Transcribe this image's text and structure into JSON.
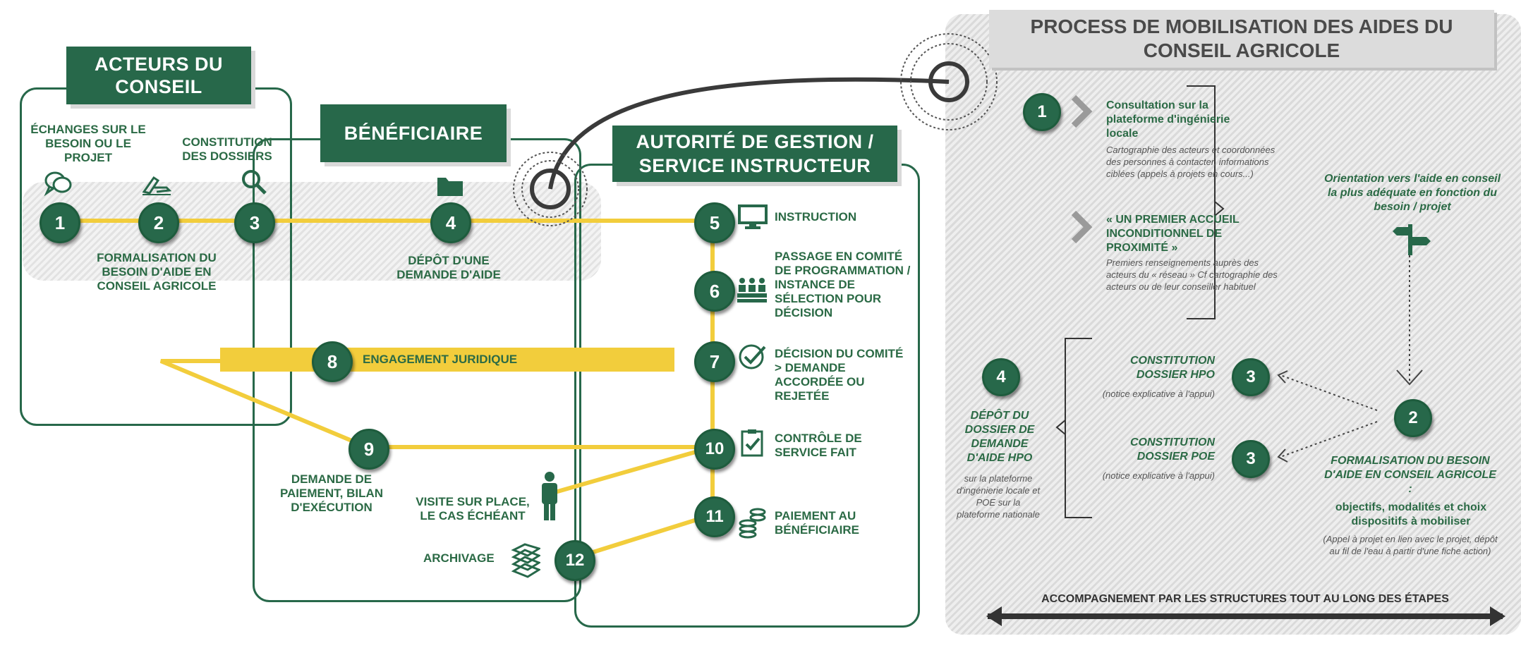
{
  "title": "PROCESS DE MOBILISATION DES AIDES DU CONSEIL AGRICOLE",
  "headers": {
    "acteurs": "ACTEURS DU CONSEIL",
    "beneficiaire": "BÉNÉFICIAIRE",
    "autorite_l1": "AUTORITÉ DE GESTION /",
    "autorite_l2": "SERVICE INSTRUCTEUR"
  },
  "steps": {
    "s1": {
      "num": "1",
      "label": "ÉCHANGES SUR LE BESOIN OU LE PROJET"
    },
    "s2": {
      "num": "2",
      "label": "FORMALISATION DU BESOIN D'AIDE EN CONSEIL AGRICOLE"
    },
    "s3": {
      "num": "3",
      "label": "CONSTITUTION DES DOSSIERS"
    },
    "s4": {
      "num": "4",
      "label": "DÉPÔT D'UNE DEMANDE D'AIDE"
    },
    "s5": {
      "num": "5",
      "label": "INSTRUCTION"
    },
    "s6": {
      "num": "6",
      "label": "PASSAGE EN COMITÉ DE PROGRAMMATION / INSTANCE DE SÉLECTION POUR DÉCISION"
    },
    "s7": {
      "num": "7",
      "label": "DÉCISION DU COMITÉ > DEMANDE ACCORDÉE OU REJETÉE"
    },
    "s8": {
      "num": "8",
      "label": "ENGAGEMENT JURIDIQUE"
    },
    "s9": {
      "num": "9",
      "label": "DEMANDE DE PAIEMENT, BILAN D'EXÉCUTION"
    },
    "s10": {
      "num": "10",
      "label": "CONTRÔLE DE SERVICE FAIT"
    },
    "s11": {
      "num": "11",
      "label": "PAIEMENT AU BÉNÉFICIAIRE"
    },
    "s12": {
      "num": "12",
      "label": "ARCHIVAGE"
    },
    "visite": "VISITE SUR PLACE, LE CAS ÉCHÉANT"
  },
  "right": {
    "r1_num": "1",
    "r1_title": "Consultation sur la plateforme d'ingénierie locale",
    "r1_desc": "Cartographie des acteurs et coordonnées des personnes à contacter, informations ciblées (appels à projets en cours...)",
    "accueil_title": "« UN PREMIER ACCUEIL INCONDITIONNEL DE PROXIMITÉ »",
    "accueil_desc": "Premiers renseignements auprès des acteurs du « réseau » Cf cartographie des acteurs ou de leur conseiller habituel",
    "orientation": "Orientation vers l'aide en conseil la plus adéquate en fonction du besoin / projet",
    "r2_num": "2",
    "r2_title": "FORMALISATION DU BESOIN D'AIDE EN CONSEIL AGRICOLE :",
    "r2_sub": "objectifs, modalités et choix dispositifs à mobiliser",
    "r2_desc": "(Appel à projet en lien avec le projet, dépôt au fil de l'eau à partir d'une fiche action)",
    "r3a_num": "3",
    "r3a_title": "CONSTITUTION DOSSIER HPO",
    "r3a_desc": "(notice explicative à l'appui)",
    "r3b_num": "3",
    "r3b_title": "CONSTITUTION DOSSIER POE",
    "r3b_desc": "(notice explicative à l'appui)",
    "r4_num": "4",
    "r4_title": "DÉPÔT DU DOSSIER DE DEMANDE D'AIDE HPO",
    "r4_desc": "sur la plateforme d'ingénierie locale et POE sur la plateforme nationale",
    "bottom": "ACCOMPAGNEMENT PAR LES STRUCTURES TOUT AU LONG DES ÉTAPES"
  },
  "colors": {
    "green": "#27684a",
    "yellow": "#f2cd3c",
    "grey": "#c9c9c9"
  }
}
